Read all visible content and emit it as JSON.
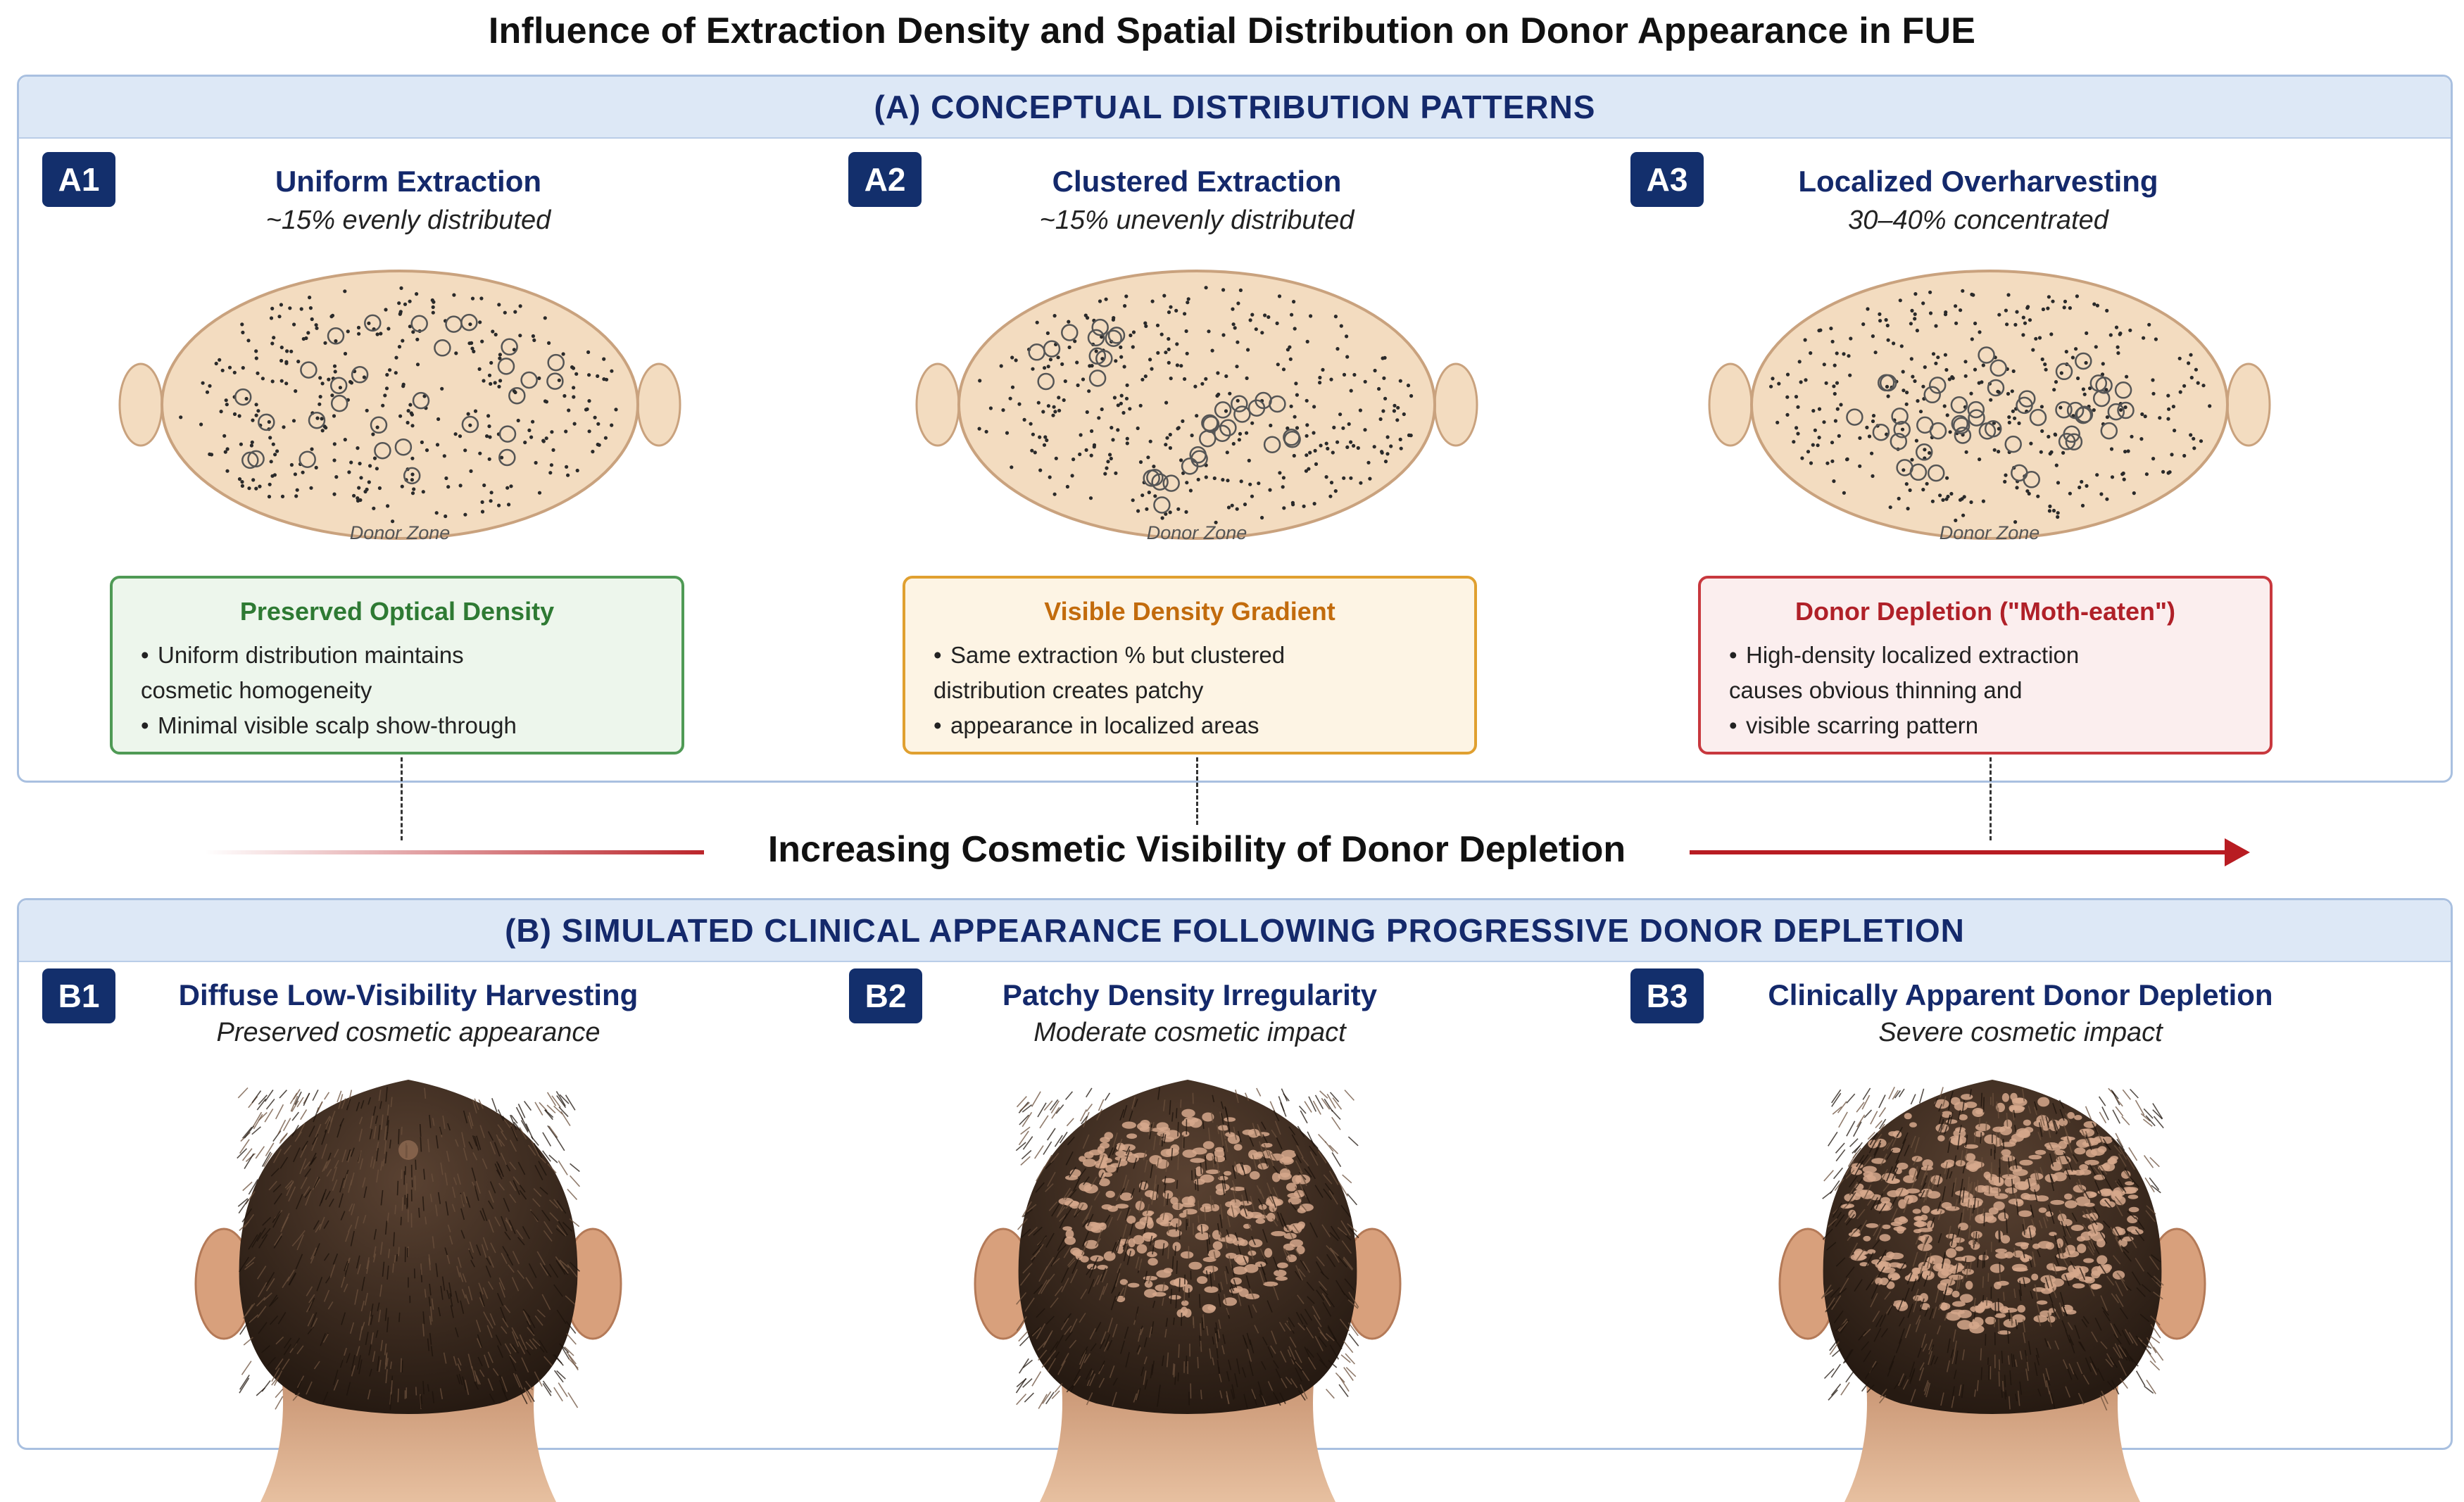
{
  "title": "Influence of Extraction Density and Spatial Distribution on Donor Appearance in FUE",
  "panel_a": {
    "heading": "(A) CONCEPTUAL DISTRIBUTION PATTERNS",
    "zone_label": "Donor Zone",
    "columns": [
      {
        "badge": "A1",
        "title": "Uniform Extraction",
        "subtitle": "~15% evenly distributed",
        "pattern": "uniform",
        "callout_title": "Preserved Optical Density",
        "callout_color": "#2e7a33",
        "bullets": [
          "Uniform distribution maintains",
          "cosmetic homogeneity",
          "Minimal visible scalp show-through"
        ]
      },
      {
        "badge": "A2",
        "title": "Clustered Extraction",
        "subtitle": "~15% unevenly distributed",
        "pattern": "clustered",
        "callout_title": "Visible Density Gradient",
        "callout_color": "#c26b0c",
        "bullets": [
          "Same extraction % but clustered",
          "distribution creates patchy",
          "appearance in localized areas"
        ]
      },
      {
        "badge": "A3",
        "title": "Localized Overharvesting",
        "subtitle": "30–40% concentrated",
        "pattern": "localized",
        "callout_title": "Donor Depletion (\"Moth-eaten\")",
        "callout_color": "#b02028",
        "bullets": [
          "High-density localized extraction",
          "causes obvious thinning and",
          "visible scarring pattern"
        ]
      }
    ]
  },
  "arrow_label": "Increasing Cosmetic Visibility of Donor Depletion",
  "panel_b": {
    "heading": "(B) SIMULATED CLINICAL APPEARANCE FOLLOWING PROGRESSIVE DONOR DEPLETION",
    "columns": [
      {
        "badge": "B1",
        "title": "Diffuse Low-Visibility Harvesting",
        "subtitle": "Preserved cosmetic appearance",
        "severity": "low"
      },
      {
        "badge": "B2",
        "title": "Patchy Density Irregularity",
        "subtitle": "Moderate cosmetic impact",
        "severity": "moderate"
      },
      {
        "badge": "B3",
        "title": "Clinically Apparent Donor Depletion",
        "subtitle": "Severe cosmetic impact",
        "severity": "severe"
      }
    ]
  },
  "colors": {
    "navy": "#132f6c",
    "header_bg": "#dde8f6",
    "scalp_skin": "#f3dcc0",
    "arrow_red": "#b81c22"
  }
}
